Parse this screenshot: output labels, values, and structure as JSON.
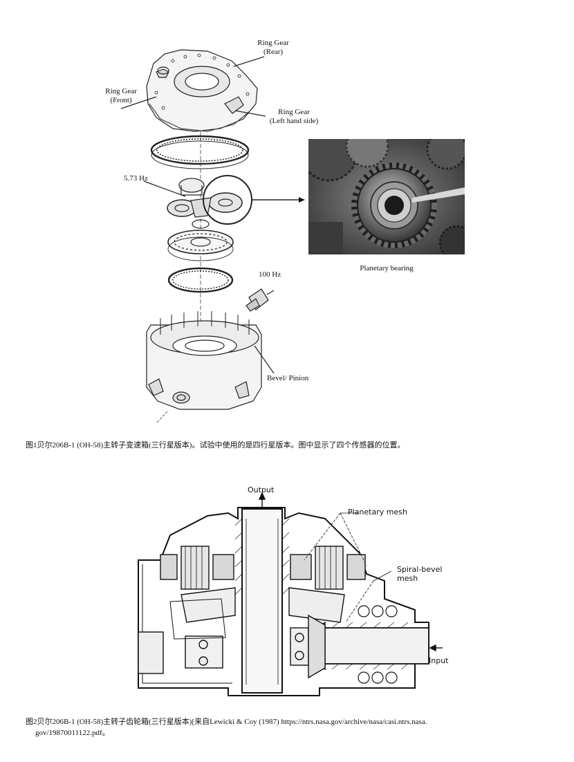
{
  "figure1": {
    "labels": {
      "ring_gear_rear_line1": "Ring Gear",
      "ring_gear_rear_line2": "(Rear)",
      "ring_gear_front_line1": "Ring Gear",
      "ring_gear_front_line2": "(Front)",
      "ring_gear_left_line1": "Ring Gear",
      "ring_gear_left_line2": "(Left hand side)",
      "freq_planet": "5.73 Hz",
      "freq_pinion": "100 Hz",
      "bevel_pinion": "Bevel/ Pinion",
      "planetary_bearing": "Planetary bearing"
    },
    "caption": "图1贝尔206B-1 (OH-58)主转子变速箱(三行星版本)。试验中使用的是四行星版本。图中显示了四个传感器的位置。"
  },
  "figure2": {
    "labels": {
      "output": "Output",
      "planetary_mesh": "Planetary mesh",
      "spiral_bevel_line1": "Spiral-bevel",
      "spiral_bevel_line2": "mesh",
      "input": "Input"
    },
    "caption_line1": "图2贝尔206B-1 (OH-58)主转子齿轮箱(三行星版本)[来自Lewicki & Coy (1987) https://ntrs.nasa.gov/archive/nasa/casi.ntrs.nasa.",
    "caption_line2": "gov/19870011122.pdf。"
  }
}
